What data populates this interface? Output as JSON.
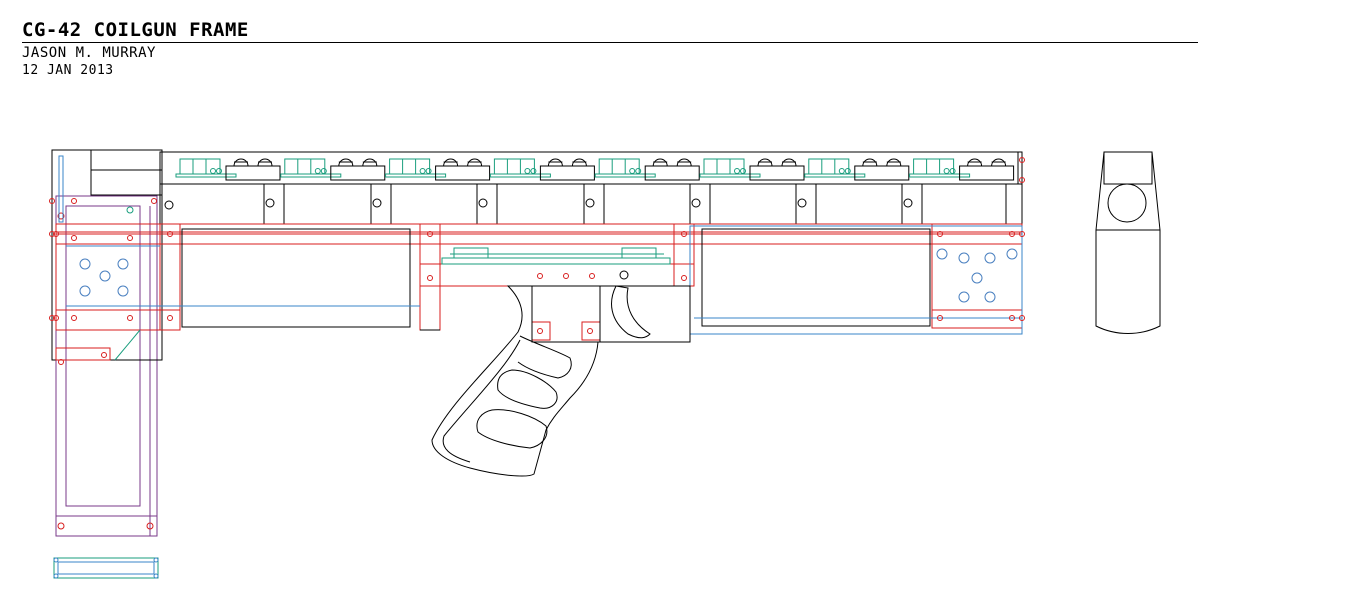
{
  "title_block": {
    "title": "CG-42 COILGUN FRAME",
    "author": "JASON M. MURRAY",
    "date": "12 JAN 2013"
  },
  "colors": {
    "outline": "#000000",
    "plate": "#d81e1e",
    "board": "#1a9e7e",
    "stock": "#7a3a8a",
    "guide": "#3a86c8",
    "hole": "#4a80c0"
  },
  "counts": {
    "coil_bays": 8,
    "coil_modules": 8
  }
}
